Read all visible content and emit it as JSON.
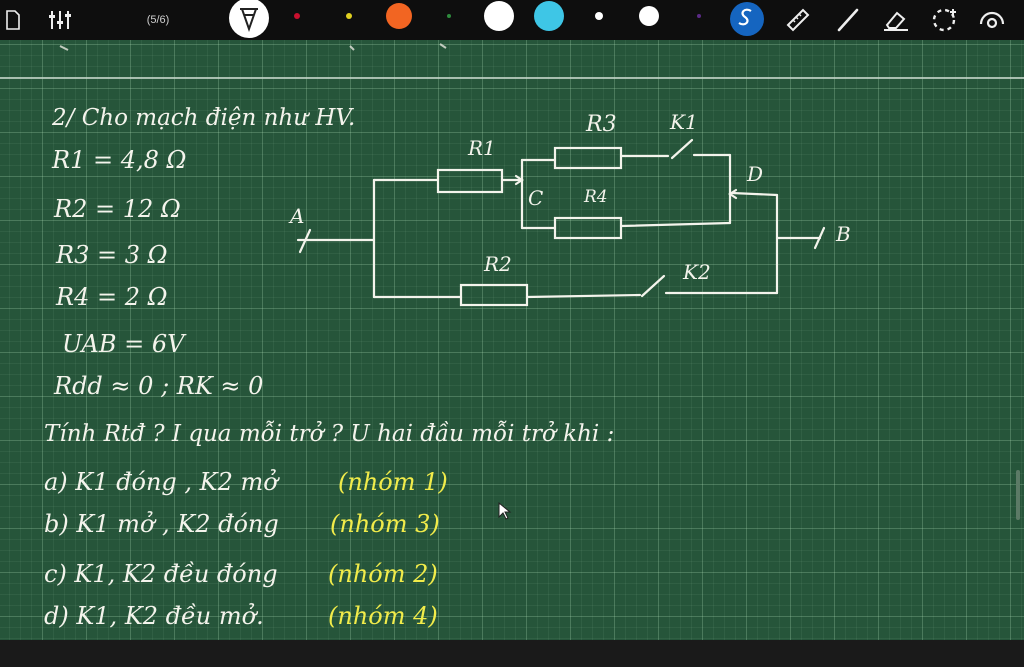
{
  "toolbar": {
    "page_indicator": "(5/6)",
    "pen_colors": [
      "#c8102e",
      "#e0d020",
      "#f26522",
      "#2e8b3d",
      "#ffffff",
      "#3ec6e6",
      "#ffffff",
      "#ffffff",
      "#5b2a86"
    ],
    "icons": [
      "page-icon",
      "equalizer-icon",
      "filter-icon",
      "stylus-icon",
      "ruler-icon",
      "pen-icon",
      "eraser-icon",
      "lasso-icon",
      "view-icon"
    ]
  },
  "board": {
    "problem_title": "2/ Cho mạch điện như HV.",
    "given": [
      "R1 = 4,8 Ω",
      "R2 = 12 Ω",
      "R3 = 3 Ω",
      "R4 = 2 Ω",
      "UAB = 6V",
      "Rdd ≈ 0 ; RK ≈ 0"
    ],
    "question": "Tính Rtđ ? I qua mỗi trở ? U hai đầu mỗi trở khi :",
    "cases": [
      {
        "text": "a) K1 đóng , K2 mở",
        "group": "(nhóm 1)"
      },
      {
        "text": "b) K1 mở , K2 đóng",
        "group": "(nhóm 3)"
      },
      {
        "text": "c) K1, K2 đều đóng",
        "group": "(nhóm 2)"
      },
      {
        "text": "d) K1, K2 đều mở.",
        "group": "(nhóm 4)"
      }
    ],
    "circuit": {
      "labels": {
        "A": "A",
        "B": "B",
        "C": "C",
        "D": "D",
        "R1": "R1",
        "R2": "R2",
        "R3": "R3",
        "R4": "R4",
        "K1": "K1",
        "K2": "K2"
      }
    }
  }
}
